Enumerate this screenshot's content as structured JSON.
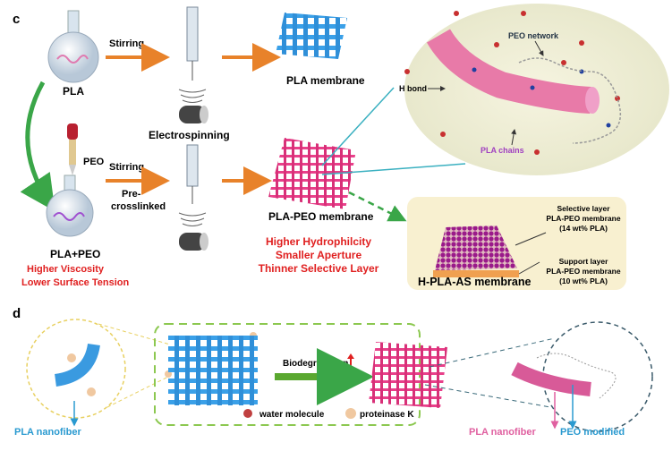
{
  "panel_c": {
    "label": "c",
    "pla": "PLA",
    "stirring1": "Stirring",
    "electrospinning": "Electrospinning",
    "pla_membrane": "PLA membrane",
    "peo": "PEO",
    "stirring2": "Stirring",
    "pre": "Pre-",
    "crosslinked": "crosslinked",
    "pla_peo": "PLA+PEO",
    "viscosity": "Higher Viscosity",
    "tension": "Lower Surface Tension",
    "pla_peo_membrane": "PLA-PEO membrane",
    "props": [
      "Higher Hydrophilcity",
      "Smaller Aperture",
      "Thinner Selective Layer"
    ],
    "zoom": {
      "peo_network": "PEO network",
      "h_bond": "H bond",
      "pla_chains": "PLA chains"
    },
    "has": {
      "title": "H-PLA-AS membrane",
      "selective": [
        "Selective layer",
        "PLA-PEO membrane",
        "(14 wt% PLA)"
      ],
      "support": [
        "Support layer",
        "PLA-PEO membrane",
        "(10 wt% PLA)"
      ]
    }
  },
  "panel_d": {
    "label": "d",
    "biodegradation": "Biodegradation",
    "water": "water molecule",
    "proteinase": "proteinase K",
    "pla_nanofiber_left": "PLA nanofiber",
    "pla_nanofiber_right": "PLA nanofiber",
    "peo_modified": "PEO modified"
  },
  "colors": {
    "red": "#e02020",
    "blue_mesh": "#3aa0e8",
    "pink_mesh": "#e8408a",
    "green": "#3aa648",
    "orange": "#e8822a",
    "purple": "#a040c0"
  }
}
